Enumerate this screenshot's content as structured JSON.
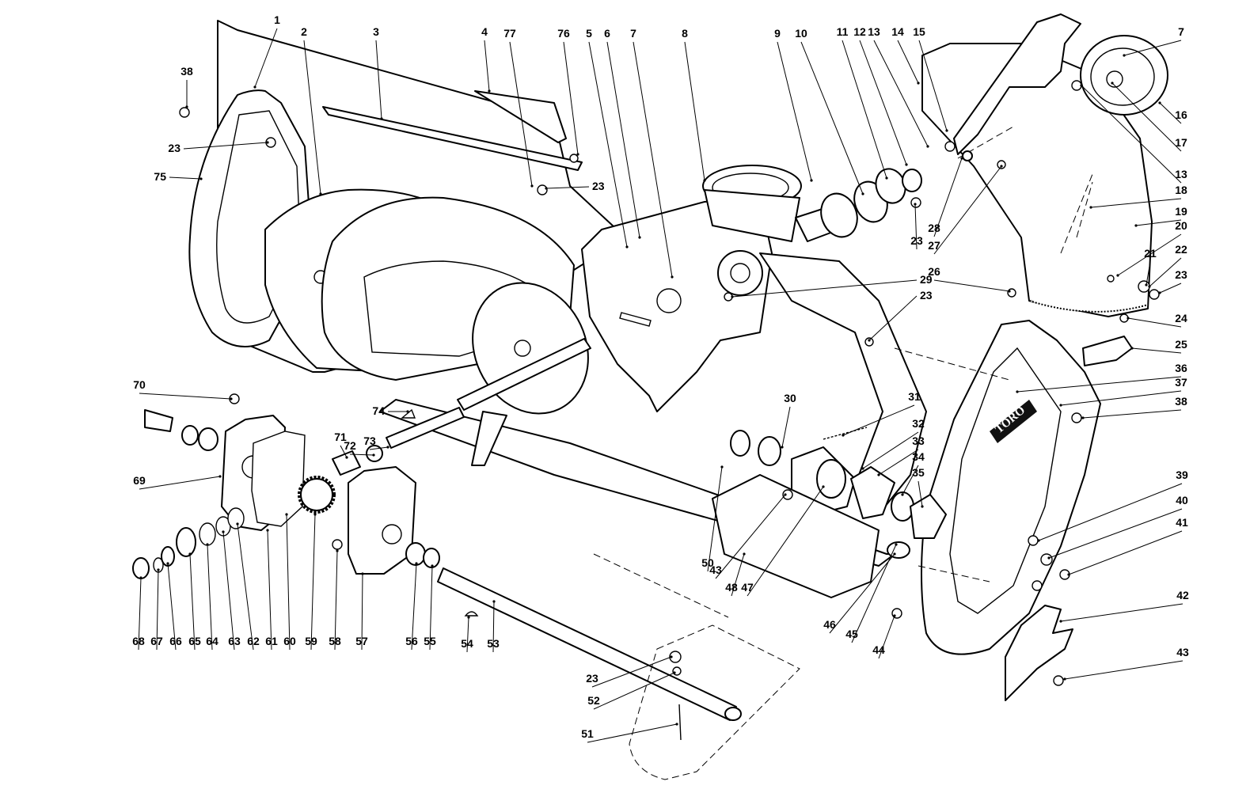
{
  "logo_text": "TORO",
  "callouts": [
    {
      "text": "1"
    },
    {
      "text": "2"
    },
    {
      "text": "3"
    },
    {
      "text": "4"
    },
    {
      "text": "77"
    },
    {
      "text": "76"
    },
    {
      "text": "5"
    },
    {
      "text": "6"
    },
    {
      "text": "7"
    },
    {
      "text": "8"
    },
    {
      "text": "9"
    },
    {
      "text": "10"
    },
    {
      "text": "11"
    },
    {
      "text": "12"
    },
    {
      "text": "13"
    },
    {
      "text": "14"
    },
    {
      "text": "15"
    },
    {
      "text": "7"
    },
    {
      "text": "38"
    },
    {
      "text": "23"
    },
    {
      "text": "75"
    },
    {
      "text": "23"
    },
    {
      "text": "16"
    },
    {
      "text": "17"
    },
    {
      "text": "13"
    },
    {
      "text": "18"
    },
    {
      "text": "19"
    },
    {
      "text": "28"
    },
    {
      "text": "27"
    },
    {
      "text": "23"
    },
    {
      "text": "20"
    },
    {
      "text": "21"
    },
    {
      "text": "22"
    },
    {
      "text": "23"
    },
    {
      "text": "26"
    },
    {
      "text": "29"
    },
    {
      "text": "23"
    },
    {
      "text": "24"
    },
    {
      "text": "25"
    },
    {
      "text": "36"
    },
    {
      "text": "37"
    },
    {
      "text": "38"
    },
    {
      "text": "70"
    },
    {
      "text": "30"
    },
    {
      "text": "31"
    },
    {
      "text": "74"
    },
    {
      "text": "72"
    },
    {
      "text": "73"
    },
    {
      "text": "71"
    },
    {
      "text": "32"
    },
    {
      "text": "33"
    },
    {
      "text": "34"
    },
    {
      "text": "35"
    },
    {
      "text": "69"
    },
    {
      "text": "39"
    },
    {
      "text": "40"
    },
    {
      "text": "41"
    },
    {
      "text": "50"
    },
    {
      "text": "43"
    },
    {
      "text": "48"
    },
    {
      "text": "47"
    },
    {
      "text": "46"
    },
    {
      "text": "45"
    },
    {
      "text": "42"
    },
    {
      "text": "68"
    },
    {
      "text": "67"
    },
    {
      "text": "66"
    },
    {
      "text": "65"
    },
    {
      "text": "64"
    },
    {
      "text": "63"
    },
    {
      "text": "62"
    },
    {
      "text": "61"
    },
    {
      "text": "60"
    },
    {
      "text": "59"
    },
    {
      "text": "58"
    },
    {
      "text": "57"
    },
    {
      "text": "56"
    },
    {
      "text": "55"
    },
    {
      "text": "54"
    },
    {
      "text": "53"
    },
    {
      "text": "44"
    },
    {
      "text": "43"
    },
    {
      "text": "23"
    },
    {
      "text": "52"
    },
    {
      "text": "51"
    }
  ]
}
